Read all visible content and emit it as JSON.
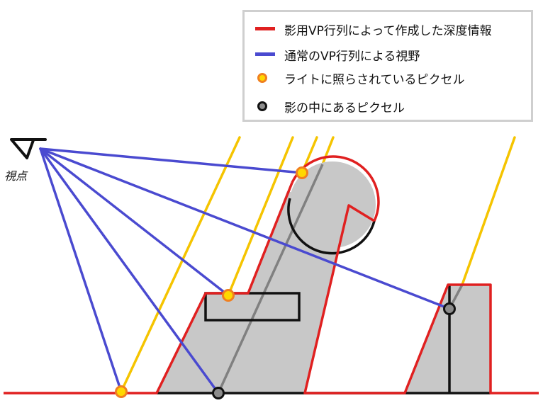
{
  "legend": {
    "items": [
      {
        "label": "影用VP行列によって作成した深度情報",
        "kind": "line",
        "color": "#e02020"
      },
      {
        "label": "通常のVP行列による視野",
        "kind": "line",
        "color": "#4a4ad0"
      },
      {
        "label": "ライトに照らされているピクセル",
        "kind": "dot",
        "fill": "#ffd800",
        "stroke": "#f08020"
      },
      {
        "label": "影の中にあるピクセル",
        "kind": "dot",
        "fill": "#8c8c8c",
        "stroke": "#111111"
      }
    ]
  },
  "scene": {
    "viewpoint_label": "視点",
    "colors": {
      "depth": "#e02020",
      "view": "#4a4ad0",
      "light_ray": "#f5c400",
      "object_fill": "#c8c8c8",
      "object_outline": "#111111",
      "shadow_ray": "#808080"
    }
  }
}
